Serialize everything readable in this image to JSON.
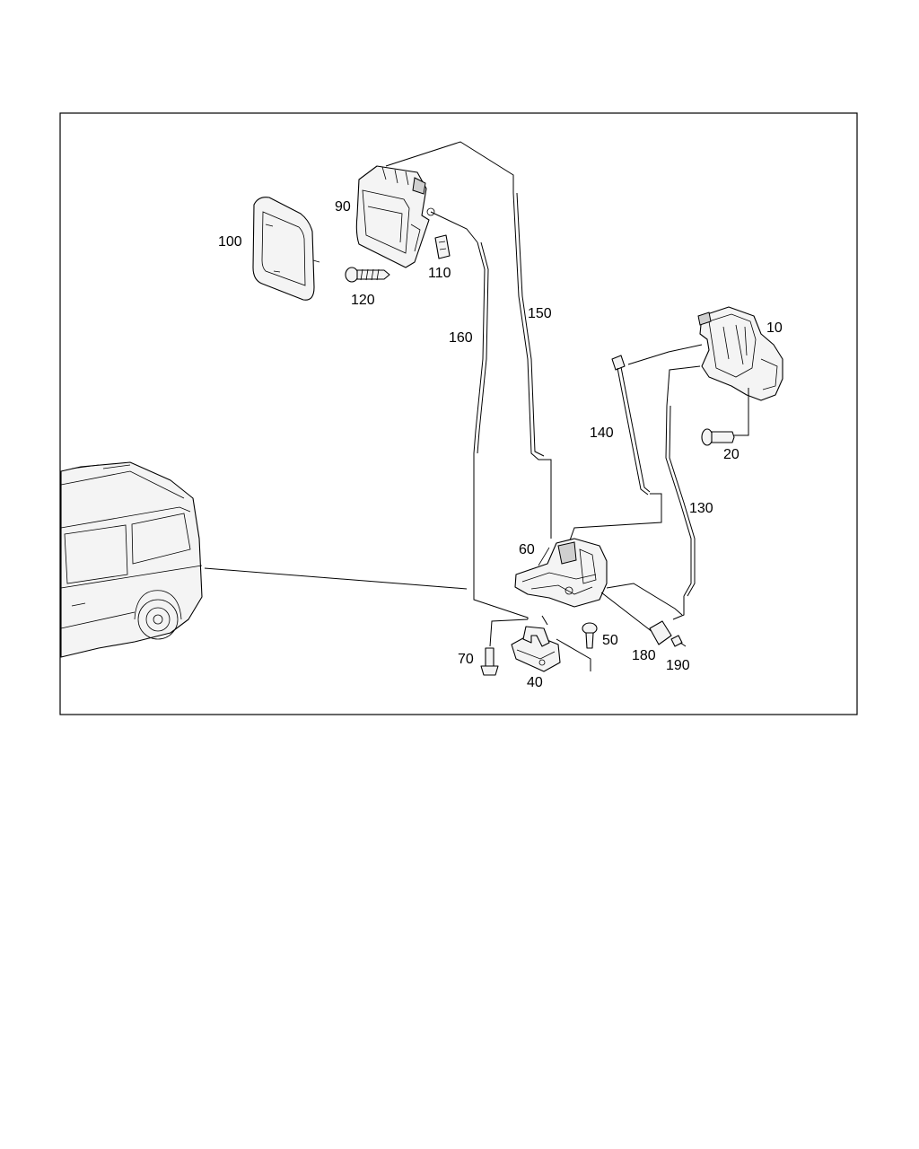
{
  "callouts": [
    {
      "id": "10",
      "text": "10"
    },
    {
      "id": "20",
      "text": "20"
    },
    {
      "id": "40",
      "text": "40"
    },
    {
      "id": "50",
      "text": "50"
    },
    {
      "id": "60",
      "text": "60"
    },
    {
      "id": "70",
      "text": "70"
    },
    {
      "id": "90",
      "text": "90"
    },
    {
      "id": "100",
      "text": "100"
    },
    {
      "id": "110",
      "text": "110"
    },
    {
      "id": "120",
      "text": "120"
    },
    {
      "id": "130",
      "text": "130"
    },
    {
      "id": "140",
      "text": "140"
    },
    {
      "id": "150",
      "text": "150"
    },
    {
      "id": "160",
      "text": "160"
    },
    {
      "id": "180",
      "text": "180"
    },
    {
      "id": "190",
      "text": "190"
    }
  ]
}
